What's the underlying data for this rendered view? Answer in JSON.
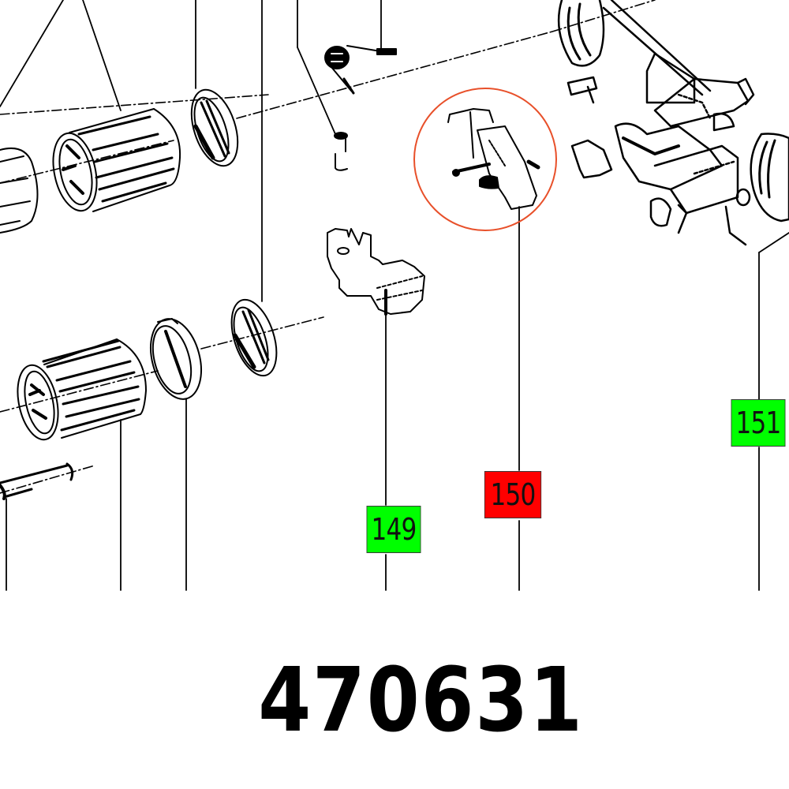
{
  "diagram": {
    "type": "exploded-parts-drawing",
    "highlight_color": "#e8502a",
    "callout_colors": {
      "default": "#00ff00",
      "selected": "#ff0000"
    },
    "callouts": [
      {
        "number": "149",
        "state": "default",
        "color": "#00ff00"
      },
      {
        "number": "150",
        "state": "selected",
        "color": "#ff0000"
      },
      {
        "number": "151",
        "state": "default",
        "color": "#00ff00"
      }
    ],
    "selected_part": "150"
  },
  "footer": {
    "part_number": "470631"
  }
}
